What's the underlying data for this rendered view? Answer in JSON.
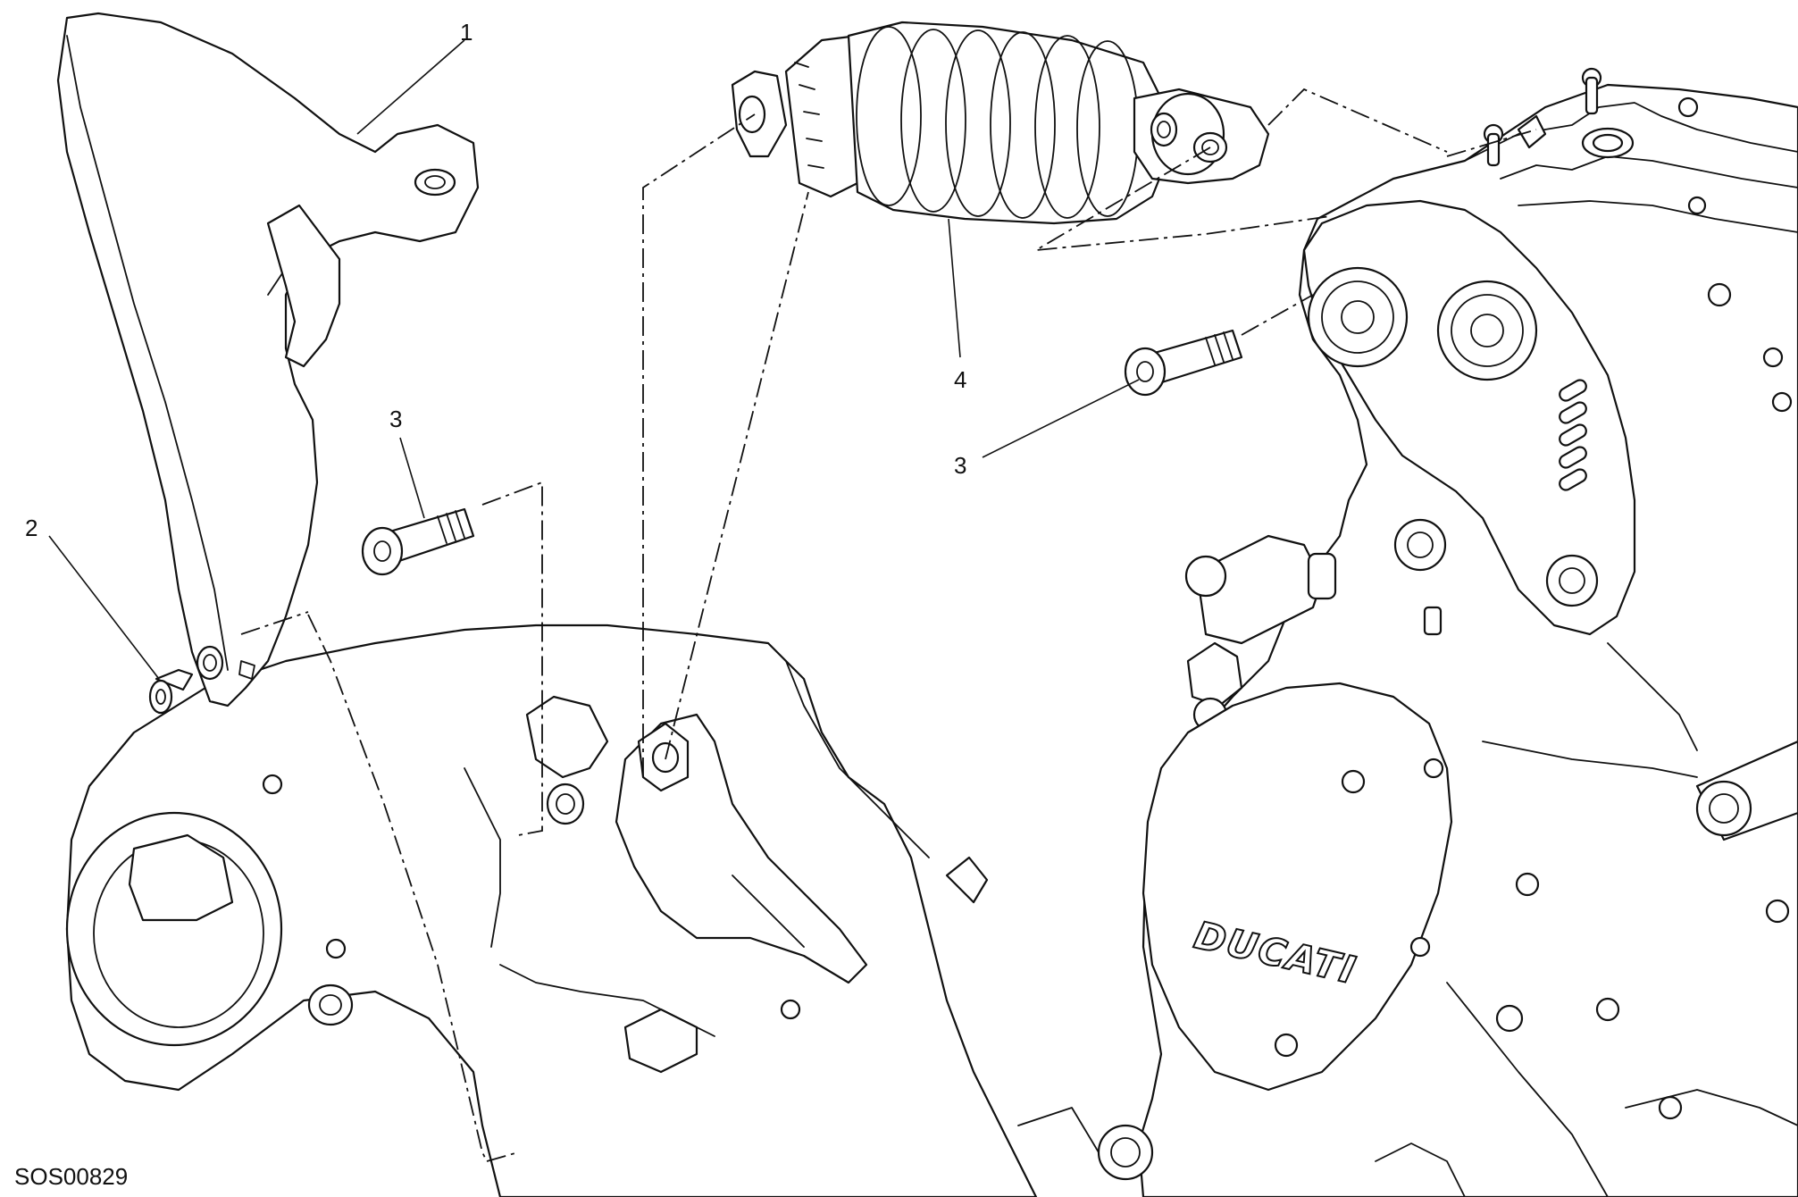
{
  "diagram": {
    "drawing_code": "SOS00829",
    "engine_brand": "DUCATI",
    "callouts": {
      "hugger": "1",
      "screw": "2",
      "bolt_left": "3",
      "shock": "4",
      "bolt_right": "3"
    }
  }
}
